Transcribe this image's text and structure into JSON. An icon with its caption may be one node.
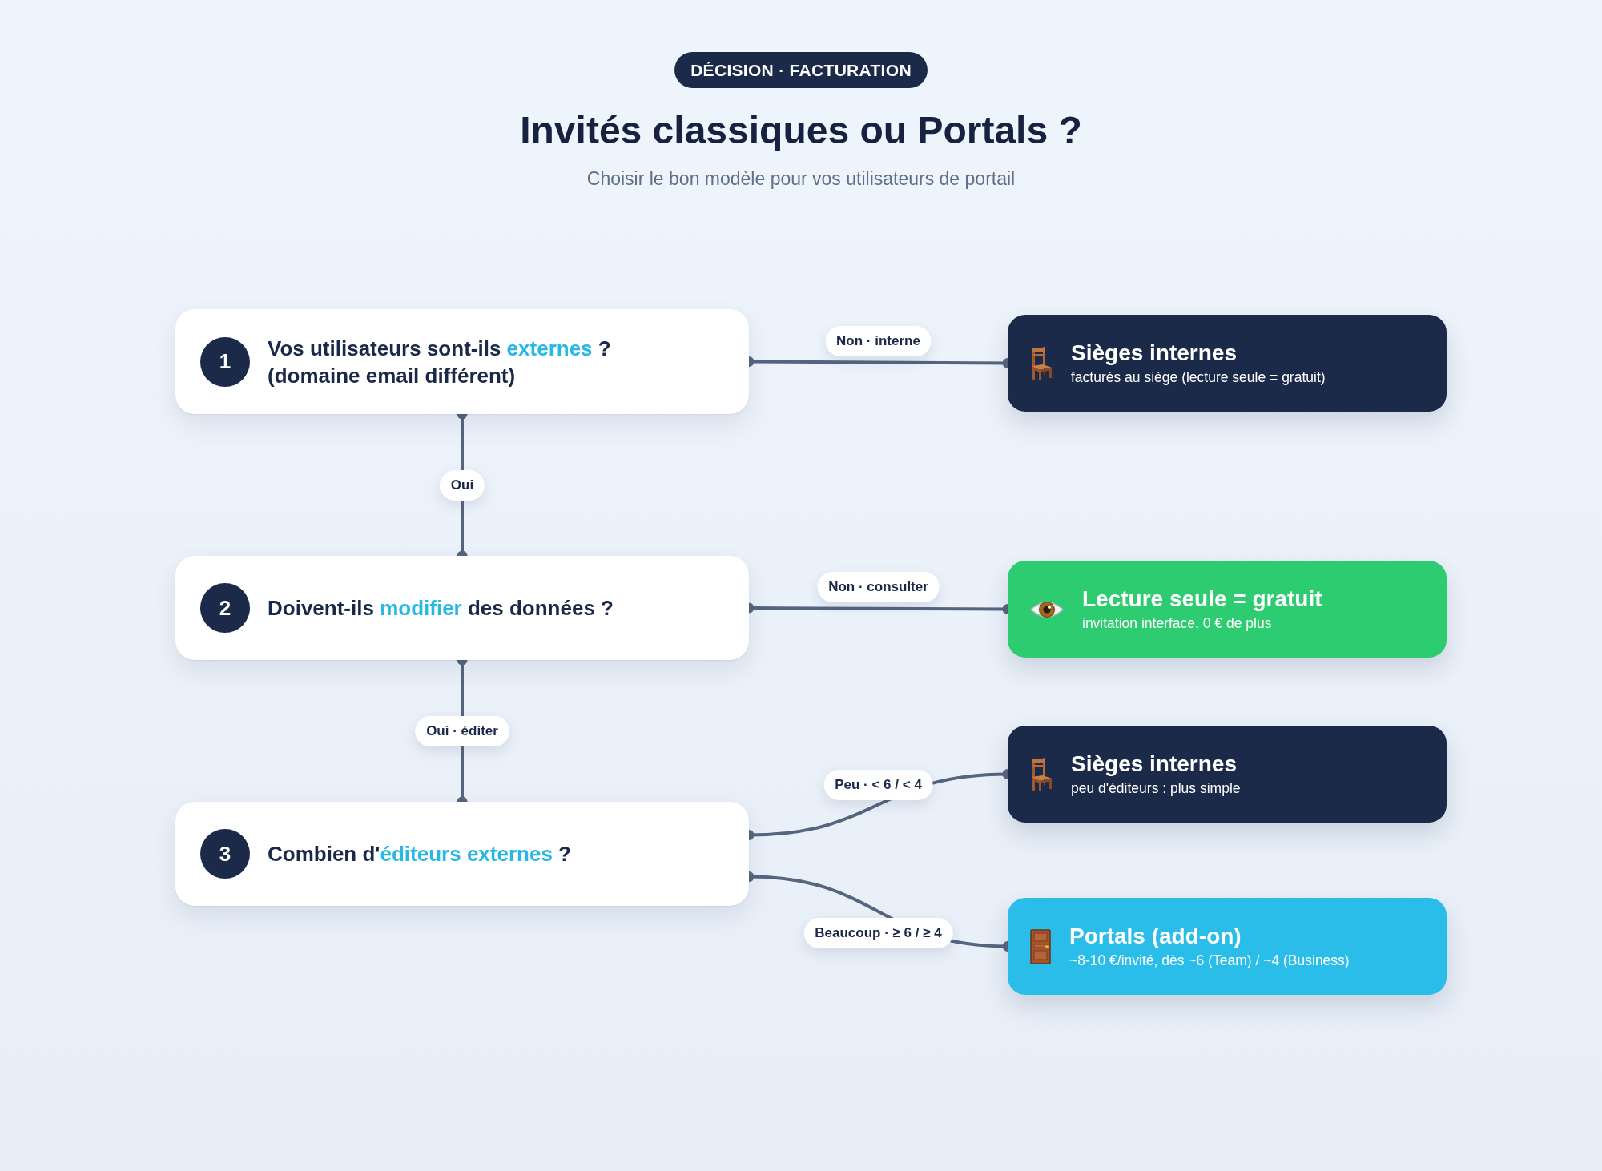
{
  "diagram": {
    "title": "Invités classiques ou Portals ?",
    "nodes": [
      {
        "text": [
          "Vos utilisateurs sont-ils **externes** ?",
          "(domaine email différent)"
        ]
      },
      {
        "text": [
          "1"
        ],
        "in": 0
      },
      {
        "text": [
          "Sièges internes",
          "facturés au siège (lecture seule = gratuit)"
        ]
      },
      {
        "text": [
          "Doivent-ils **modifier** des données ?"
        ]
      },
      {
        "text": [
          "2"
        ],
        "in": 3
      },
      {
        "text": [
          "Lecture seule = gratuit",
          "invitation interface, 0 € de plus"
        ]
      },
      {
        "text": [
          "Sièges internes",
          "peu d'éditeurs : plus simple"
        ]
      },
      {
        "text": [
          "Combien d'**éditeurs externes** ?"
        ]
      },
      {
        "text": [
          "3"
        ],
        "in": 7
      },
      {
        "text": [
          "Portals (add-on)",
          "~8-10 €/invité, dès ~6 (Team) / ~4 (Business)"
        ]
      }
    ],
    "edges": [
      {
        "from": 0,
        "to": 2,
        "arrow": "other",
        "label": "Non · interne"
      },
      {
        "from": 0,
        "to": 3,
        "arrow": "other",
        "label": "Oui"
      },
      {
        "from": 3,
        "to": 5,
        "arrow": "other",
        "label": "Non · consulter"
      },
      {
        "from": 3,
        "to": 7,
        "arrow": "other",
        "label": "Oui · éditer"
      },
      {
        "from": 7,
        "to": 6,
        "arrow": "other",
        "label": "Peu · < 6 / < 4"
      },
      {
        "from": 7,
        "to": 9,
        "arrow": "other",
        "label": "Beaucoup · ≥ 6 / ≥ 4"
      }
    ],
    "labels": [
      "DÉCISION · FACTURATION",
      "Choisir le bon modèle pour vos utilisateurs de portail"
    ]
  }
}
